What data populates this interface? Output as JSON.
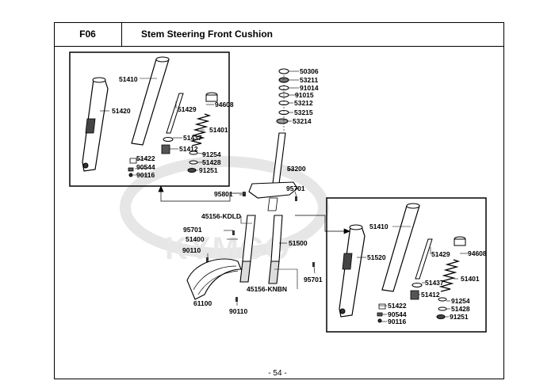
{
  "header": {
    "code": "F06",
    "title": "Stem Steering  Front Cushion"
  },
  "watermark": "KYMCO",
  "page_number": "- 54 -",
  "labels": {
    "l50306": "50306",
    "l53211": "53211",
    "l91014": "91014",
    "l91015": "91015",
    "l53212": "53212",
    "l53215": "53215",
    "l53214": "53214",
    "l53200": "53200",
    "l95801": "95801",
    "l95701a": "95701",
    "l45156kdld": "45156-KDLD",
    "l95701b": "95701",
    "l51400": "51400",
    "l51500": "51500",
    "l90110a": "90110",
    "l45156knbn": "45156-KNBN",
    "l95701c": "95701",
    "l61100": "61100",
    "l90110b": "90110",
    "left": {
      "l51410": "51410",
      "l51420": "51420",
      "l51429": "51429",
      "l94608": "94608",
      "l51401": "51401",
      "l51437": "51437",
      "l51412": "51412",
      "l91254": "91254",
      "l51422": "51422",
      "l51428": "51428",
      "l90544": "90544",
      "l91251": "91251",
      "l90116": "90116"
    },
    "right": {
      "l51410": "51410",
      "l51520": "51520",
      "l51429": "51429",
      "l94608": "94608",
      "l51401": "51401",
      "l51437": "51437",
      "l51412": "51412",
      "l91254": "91254",
      "l51422": "51422",
      "l51428": "51428",
      "l90544": "90544",
      "l91251": "91251",
      "l90116": "90116"
    }
  }
}
